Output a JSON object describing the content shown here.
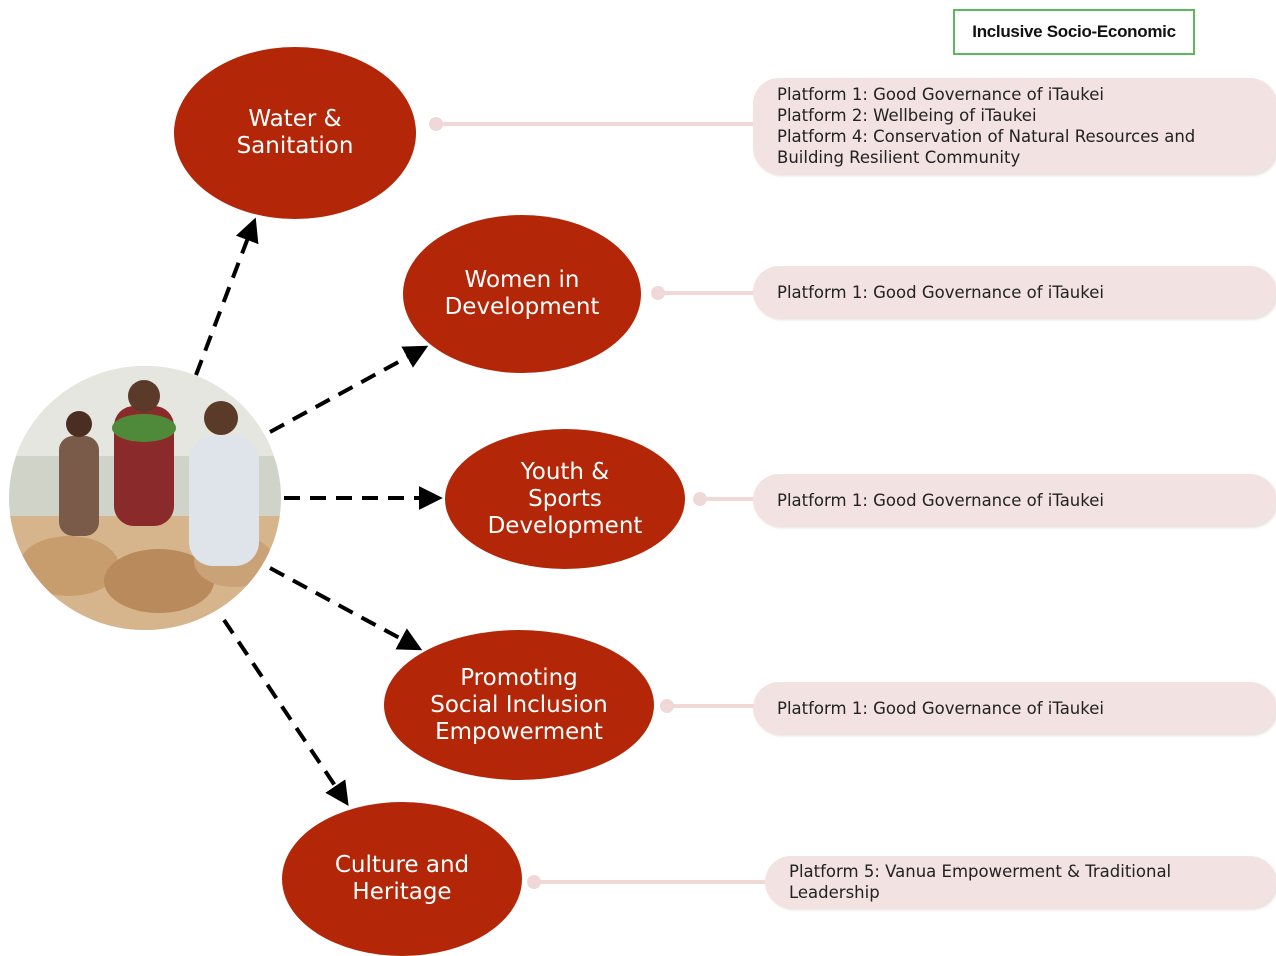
{
  "tag_label": "Inclusive Socio-Economic",
  "areas": [
    {
      "title": "Water & Sanitation",
      "lines": [
        "Water &",
        "Sanitation"
      ],
      "platforms": [
        "Platform 1: Good Governance of iTaukei",
        "Platform 2: Wellbeing of iTaukei",
        "Platform 4: Conservation of Natural Resources and",
        "Building Resilient Community"
      ]
    },
    {
      "title": "Women in Development",
      "lines": [
        "Women in",
        "Development"
      ],
      "platforms": [
        "Platform 1: Good Governance of iTaukei"
      ]
    },
    {
      "title": "Youth & Sports Development",
      "lines": [
        "Youth &",
        "Sports",
        "Development"
      ],
      "platforms": [
        "Platform 1: Good Governance of iTaukei"
      ]
    },
    {
      "title": "Promoting Social Inclusion Empowerment",
      "lines": [
        "Promoting",
        "Social Inclusion",
        "Empowerment"
      ],
      "platforms": [
        "Platform 1: Good Governance of iTaukei"
      ]
    },
    {
      "title": "Culture and Heritage",
      "lines": [
        "Culture and",
        "Heritage"
      ],
      "platforms": [
        "Platform 5: Vanua Empowerment & Traditional",
        "Leadership"
      ]
    }
  ],
  "colors": {
    "ellipse": "#b32608",
    "pill": "#f3e2e2",
    "connector": "#f0d8d8",
    "tag_border": "#5cb85c"
  }
}
